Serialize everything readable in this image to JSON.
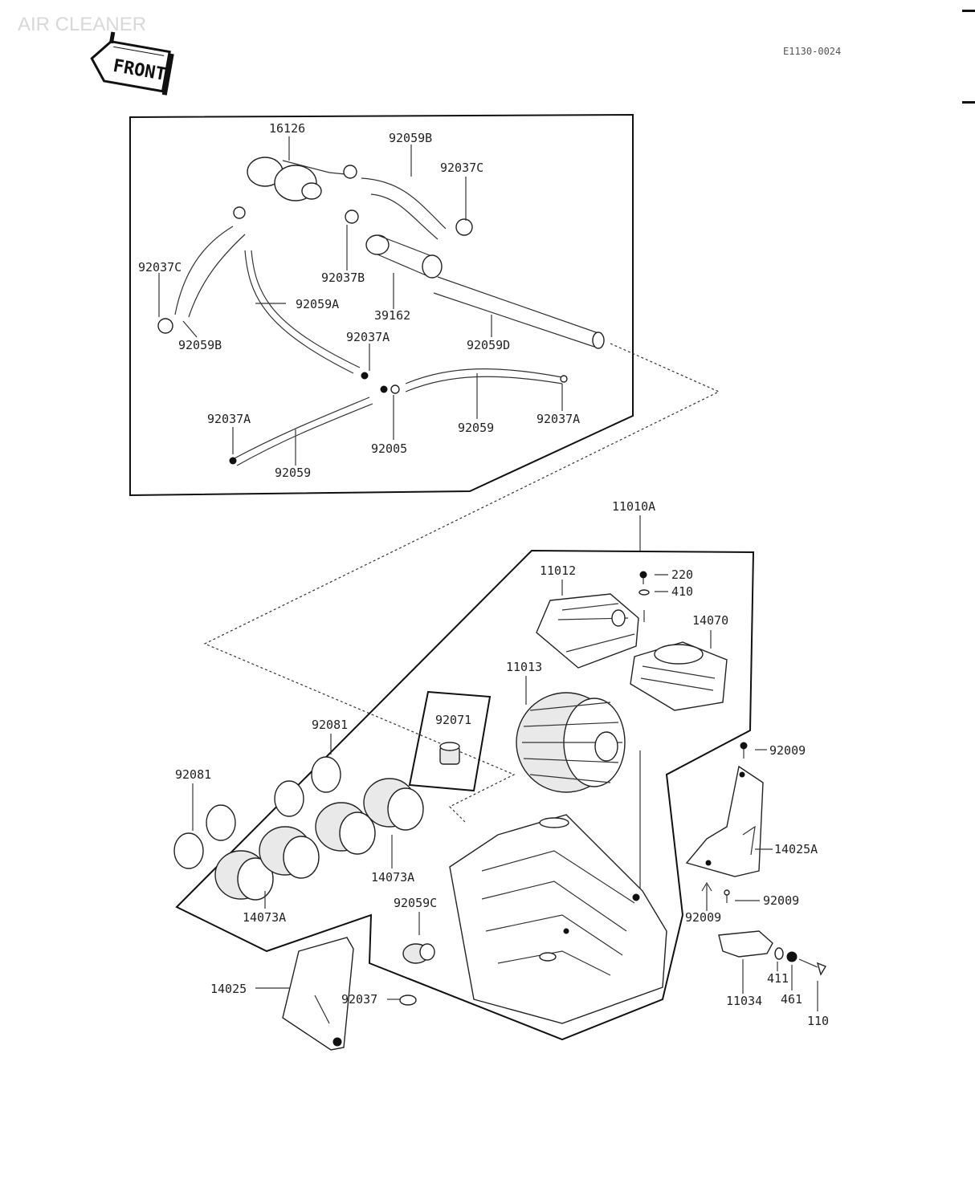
{
  "header": {
    "title": "AIR CLEANER",
    "ref_code": "E1130-0024",
    "front_label": "FRONT"
  },
  "parts": {
    "p16126": "16126",
    "p92059B_top": "92059B",
    "p92037C_right": "92037C",
    "p92037C_left": "92037C",
    "p92037B": "92037B",
    "p92059A": "92059A",
    "p39162": "39162",
    "p92059B_left": "92059B",
    "p92037A_mid": "92037A",
    "p92059D": "92059D",
    "p92037A_right": "92037A",
    "p92037A_left": "92037A",
    "p92059_right": "92059",
    "p92005": "92005",
    "p92059_left": "92059",
    "p11010A": "11010A",
    "p11012": "11012",
    "p220": "220",
    "p410": "410",
    "p14070": "14070",
    "p11013": "11013",
    "p92071": "92071",
    "p92081_top": "92081",
    "p92081_left": "92081",
    "p92009_top": "92009",
    "p14025A": "14025A",
    "p92009_right": "92009",
    "p92009_bottom": "92009",
    "p14073A_right": "14073A",
    "p14073A_left": "14073A",
    "p92059C": "92059C",
    "p14025": "14025",
    "p92037": "92037",
    "p11034": "11034",
    "p411": "411",
    "p461": "461",
    "p110": "110"
  },
  "colors": {
    "ink": "#111111",
    "paper": "#ffffff"
  }
}
